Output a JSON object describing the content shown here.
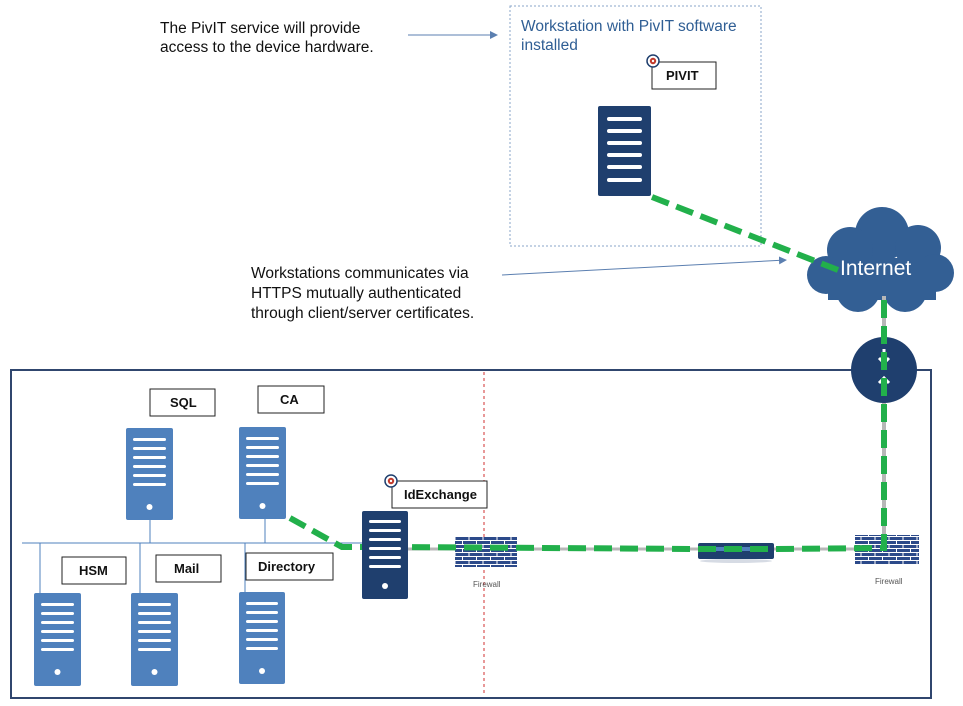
{
  "notes": {
    "pivit_service": [
      "The PivIT service will provide",
      "access to the device hardware."
    ],
    "https": [
      "Workstations communicates via",
      "HTTPS mutually authenticated",
      "through client/server certificates."
    ]
  },
  "workstation_box": {
    "title": [
      "Workstation with PivIT software",
      "installed"
    ]
  },
  "labels": {
    "pivit": "PIVIT",
    "sql": "SQL",
    "ca": "CA",
    "idexchange": "IdExchange",
    "hsm": "HSM",
    "mail": "Mail",
    "directory": "Directory"
  },
  "firewall_label": "Firewall",
  "internet_label": "Internet",
  "colors": {
    "server_dark": "#1f3f6e",
    "server_light": "#4f81bd",
    "accent_green": "#22b04b",
    "firewall": "#2c4a8a",
    "internet": "#335f94",
    "border_dark": "#30466e"
  },
  "icons": {
    "pivit": "pivit-logo-icon",
    "idexchange": "idexchange-logo-icon"
  }
}
